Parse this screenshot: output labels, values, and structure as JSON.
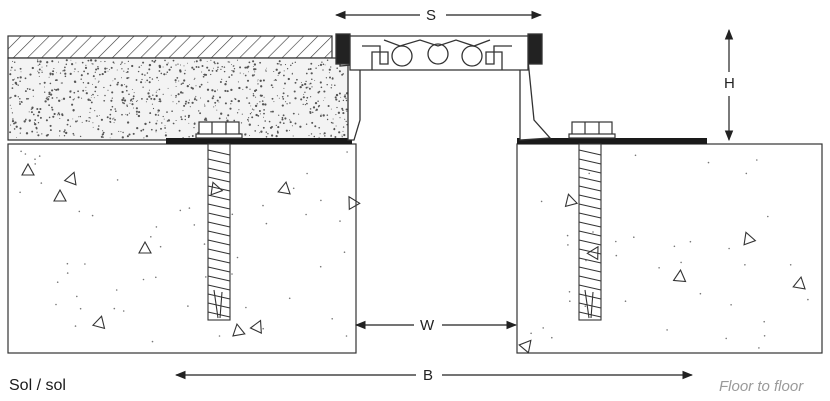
{
  "dimensions": {
    "s": "S",
    "h": "H",
    "w": "W",
    "b": "B"
  },
  "captions": {
    "left": "Sol / sol",
    "right": "Floor to floor"
  },
  "colors": {
    "line": "#333333",
    "concrete_fill": "#ffffff",
    "screed_fill": "#f2f2f2",
    "plate": "#1a1a1a",
    "caption_right": "#9a9a9a"
  }
}
